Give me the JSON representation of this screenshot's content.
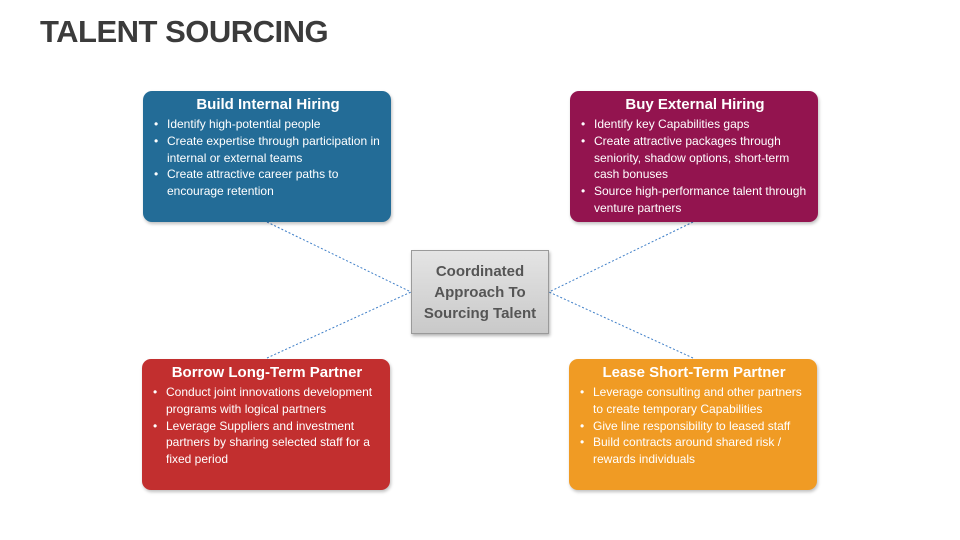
{
  "title": "TALENT SOURCING",
  "center": {
    "text": "Coordinated Approach To Sourcing Talent"
  },
  "cards": {
    "top_left": {
      "heading": "Build Internal Hiring",
      "color": "#236c97",
      "bullets": [
        "Identify high-potential people",
        "Create expertise through participation in internal or external teams",
        "Create attractive career paths to encourage retention"
      ]
    },
    "top_right": {
      "heading": "Buy External Hiring",
      "color": "#93144f",
      "bullets": [
        "Identify key Capabilities gaps",
        "Create attractive packages through seniority, shadow options, short-term cash bonuses",
        "Source high-performance talent through venture partners"
      ]
    },
    "bottom_left": {
      "heading": "Borrow Long-Term Partner",
      "color": "#c22f2f",
      "bullets": [
        "Conduct joint innovations development programs with logical partners",
        "Leverage Suppliers and investment partners by sharing selected staff for a fixed period"
      ]
    },
    "bottom_right": {
      "heading": "Lease Short-Term Partner",
      "color": "#f09b24",
      "bullets": [
        "Leverage consulting and other partners to create temporary Capabilities",
        "Give line responsibility to leased staff",
        "Build contracts around shared risk / rewards individuals"
      ]
    }
  },
  "connector_color": "#3f7fc8"
}
